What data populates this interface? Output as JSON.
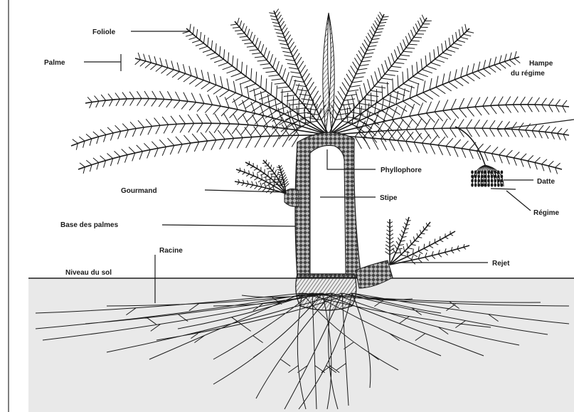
{
  "labels": {
    "foliole": "Foliole",
    "palme": "Palme",
    "hampe": "Hampe",
    "du_regime": "du régime",
    "phyllophore": "Phyllophore",
    "gourmand": "Gourmand",
    "datte": "Datte",
    "stipe": "Stipe",
    "regime": "Régime",
    "base_des_palmes": "Base des palmes",
    "racine": "Racine",
    "rejet": "Rejet",
    "niveau_du_sol": "Niveau du sol"
  },
  "colors": {
    "ink": "#1a1a1a",
    "soil": "#e9e9e9",
    "background": "#ffffff"
  }
}
